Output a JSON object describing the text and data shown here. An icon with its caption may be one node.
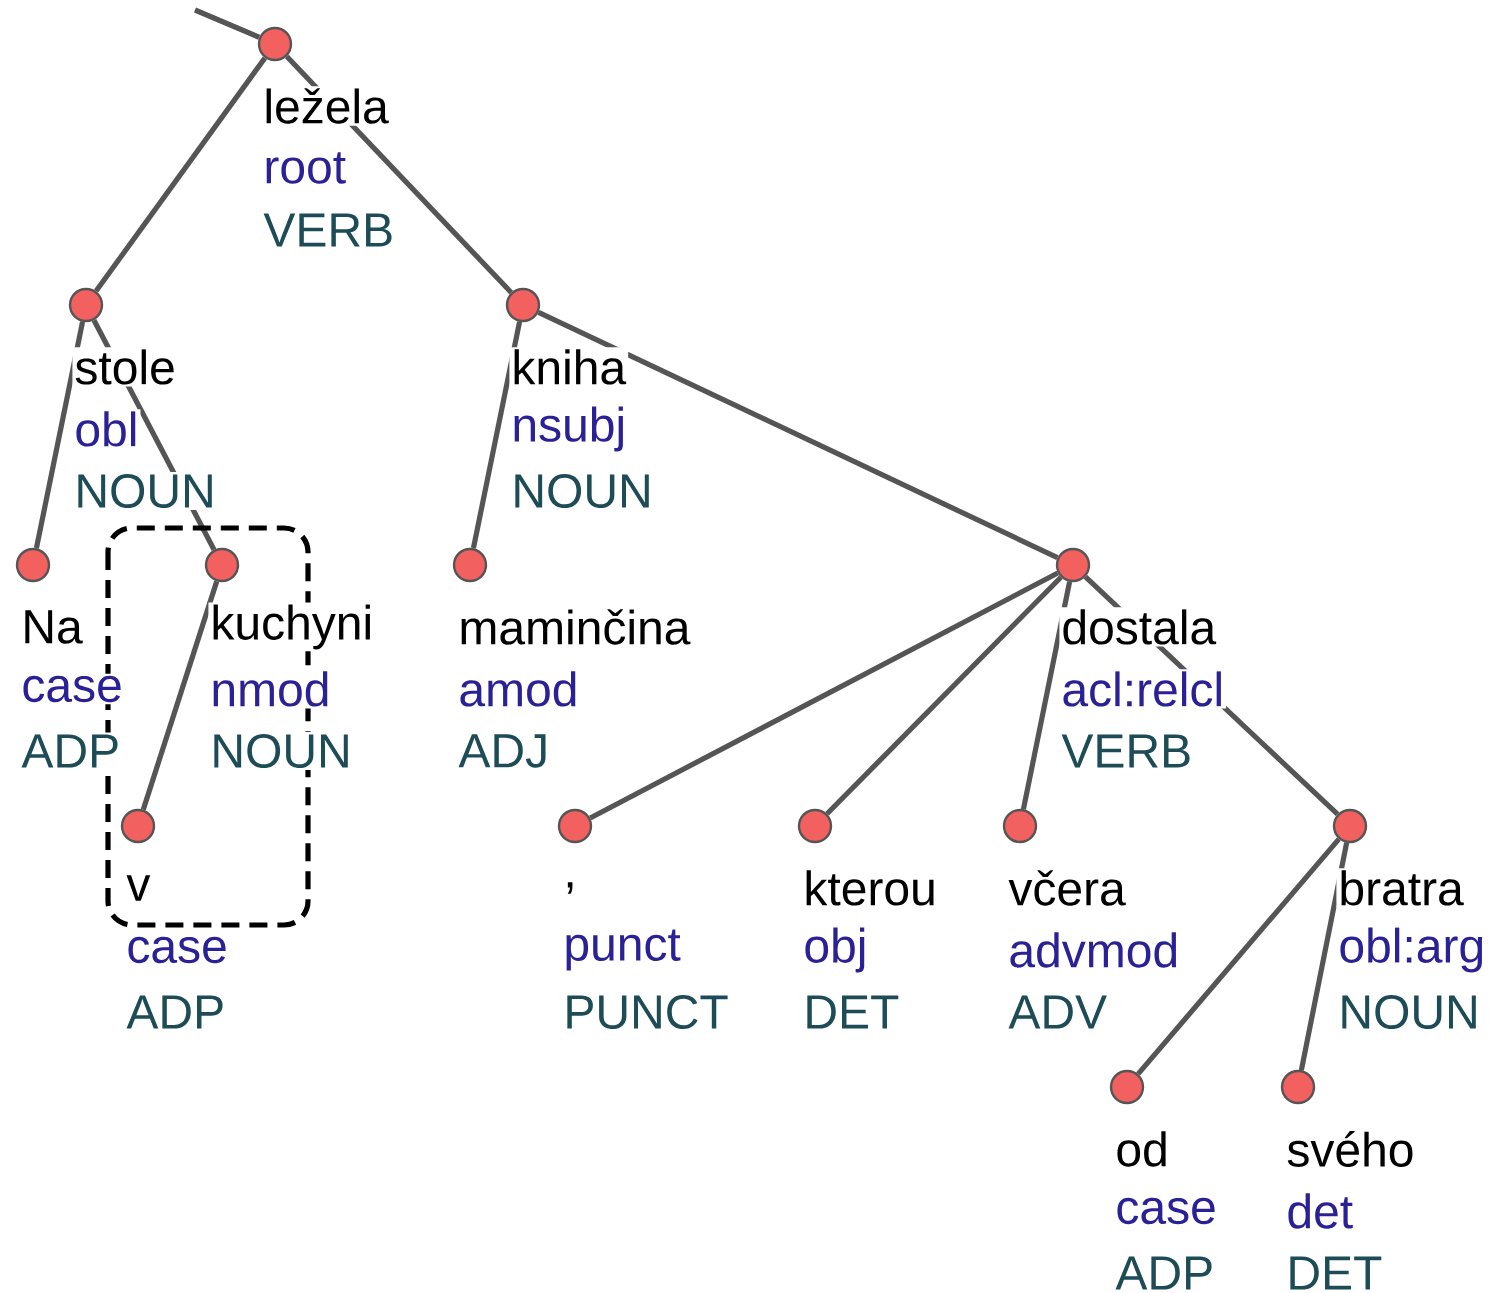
{
  "diagram": {
    "nodes": [
      {
        "text": [],
        "shape": "circle",
        "beside": [
          "ležela",
          "root",
          "VERB"
        ]
      },
      {
        "text": [],
        "shape": "circle",
        "beside": [
          "stole",
          "obl",
          "NOUN"
        ]
      },
      {
        "text": [],
        "shape": "circle",
        "beside": [
          "kniha",
          "nsubj",
          "NOUN"
        ]
      },
      {
        "text": [],
        "shape": "circle",
        "beside": [
          "Na",
          "case",
          "ADP"
        ]
      },
      {
        "text": [],
        "shape": "circle",
        "beside": [
          "kuchyni",
          "nmod",
          "NOUN"
        ]
      },
      {
        "text": [],
        "shape": "circle",
        "beside": [
          "maminčina",
          "amod",
          "ADJ"
        ]
      },
      {
        "text": [],
        "shape": "circle",
        "beside": [
          "dostala",
          "acl:relcl",
          "VERB"
        ]
      },
      {
        "text": [],
        "shape": "circle",
        "beside": [
          "v",
          "case",
          "ADP"
        ]
      },
      {
        "text": [],
        "shape": "circle",
        "beside": [
          ",",
          "punct",
          "PUNCT"
        ]
      },
      {
        "text": [],
        "shape": "circle",
        "beside": [
          "kterou",
          "obj",
          "DET"
        ]
      },
      {
        "text": [],
        "shape": "circle",
        "beside": [
          "včera",
          "advmod",
          "ADV"
        ]
      },
      {
        "text": [],
        "shape": "circle",
        "beside": [
          "bratra",
          "obl:arg",
          "NOUN"
        ]
      },
      {
        "text": [],
        "shape": "circle",
        "beside": [
          "od",
          "case",
          "ADP"
        ]
      },
      {
        "text": [],
        "shape": "circle",
        "beside": [
          "svého",
          "det",
          "DET"
        ]
      }
    ],
    "edges": [
      {
        "from": null,
        "to": 0,
        "arrow": "none"
      },
      {
        "from": 0,
        "to": 1,
        "arrow": "none"
      },
      {
        "from": 0,
        "to": 2,
        "arrow": "none"
      },
      {
        "from": 1,
        "to": 3,
        "arrow": "none"
      },
      {
        "from": 1,
        "to": 4,
        "arrow": "none"
      },
      {
        "from": 4,
        "to": 7,
        "arrow": "none"
      },
      {
        "from": 2,
        "to": 5,
        "arrow": "none"
      },
      {
        "from": 2,
        "to": 6,
        "arrow": "none"
      },
      {
        "from": 6,
        "to": 8,
        "arrow": "none"
      },
      {
        "from": 6,
        "to": 9,
        "arrow": "none"
      },
      {
        "from": 6,
        "to": 10,
        "arrow": "none"
      },
      {
        "from": 6,
        "to": 11,
        "arrow": "none"
      },
      {
        "from": 11,
        "to": 12,
        "arrow": "none"
      },
      {
        "from": 11,
        "to": 13,
        "arrow": "none"
      }
    ]
  }
}
